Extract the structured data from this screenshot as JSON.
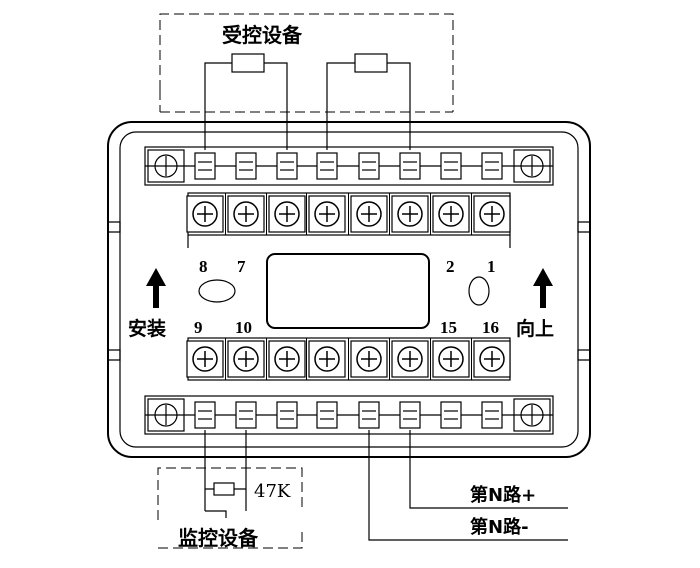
{
  "controlled_device_label": "受控设备",
  "monitor_device_label": "监控设备",
  "resistor_label": "47K",
  "install_label": "安装",
  "upward_label": "向上",
  "line_plus_label": "第N路+",
  "line_minus_label": "第N路-",
  "terminal_numbers": {
    "t8": "8",
    "t7": "7",
    "t2": "2",
    "t1": "1",
    "t9": "9",
    "t10": "10",
    "t15": "15",
    "t16": "16"
  }
}
